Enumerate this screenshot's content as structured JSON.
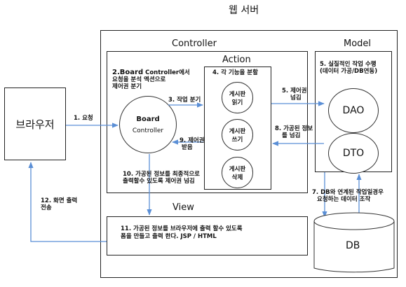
{
  "web_server": {
    "title": "웹 서버"
  },
  "browser": {
    "label": "브라우저"
  },
  "controller": {
    "title": "Controller",
    "desc_num": "2.",
    "desc_board": "Board",
    "desc_line1": "Controller에서",
    "desc_line2": "요청을 분석 액션으로",
    "desc_line3": "제어권 분기",
    "board_controller_line1": "Board",
    "board_controller_line2": "Controller"
  },
  "action": {
    "title": "Action",
    "header": "4. 각 기능을 분할",
    "items": [
      {
        "line1": "게시판",
        "line2": "읽기"
      },
      {
        "line1": "게시판",
        "line2": "쓰기"
      },
      {
        "line1": "게시판",
        "line2": "삭제"
      }
    ]
  },
  "model": {
    "title": "Model",
    "desc_line1": "5. 실질적인 작업 수행",
    "desc_line2": "(데이터 가공/DB연동)",
    "dao": "DAO",
    "dto": "DTO"
  },
  "view": {
    "title": "View",
    "desc_line1": "11. 가공된 정보를 브라우저에 출력 할수 있도록",
    "desc_line2": "폼을 만들고 출력 한다. JSP / HTML"
  },
  "db": {
    "label": "DB"
  },
  "steps": {
    "s1": "1. 요청",
    "s3": "3. 작업 분기",
    "s5_line1": "5. 제어권",
    "s5_line2": "넘김",
    "s7_line1": "7. DB와 연계된 작업일경우",
    "s7_line2": "요청하는 데이터 조작",
    "s8_line1": "8. 가공된 정보",
    "s8_line2": "를 넘김",
    "s9_line1": "9. 제어권",
    "s9_line2": "받음",
    "s10_line1": "10. 가공된 정보를 최종적으로",
    "s10_line2": "출력할수 있도록 제어권 넘김",
    "s12_line1": "12. 화면 출력",
    "s12_line2": "전송"
  }
}
